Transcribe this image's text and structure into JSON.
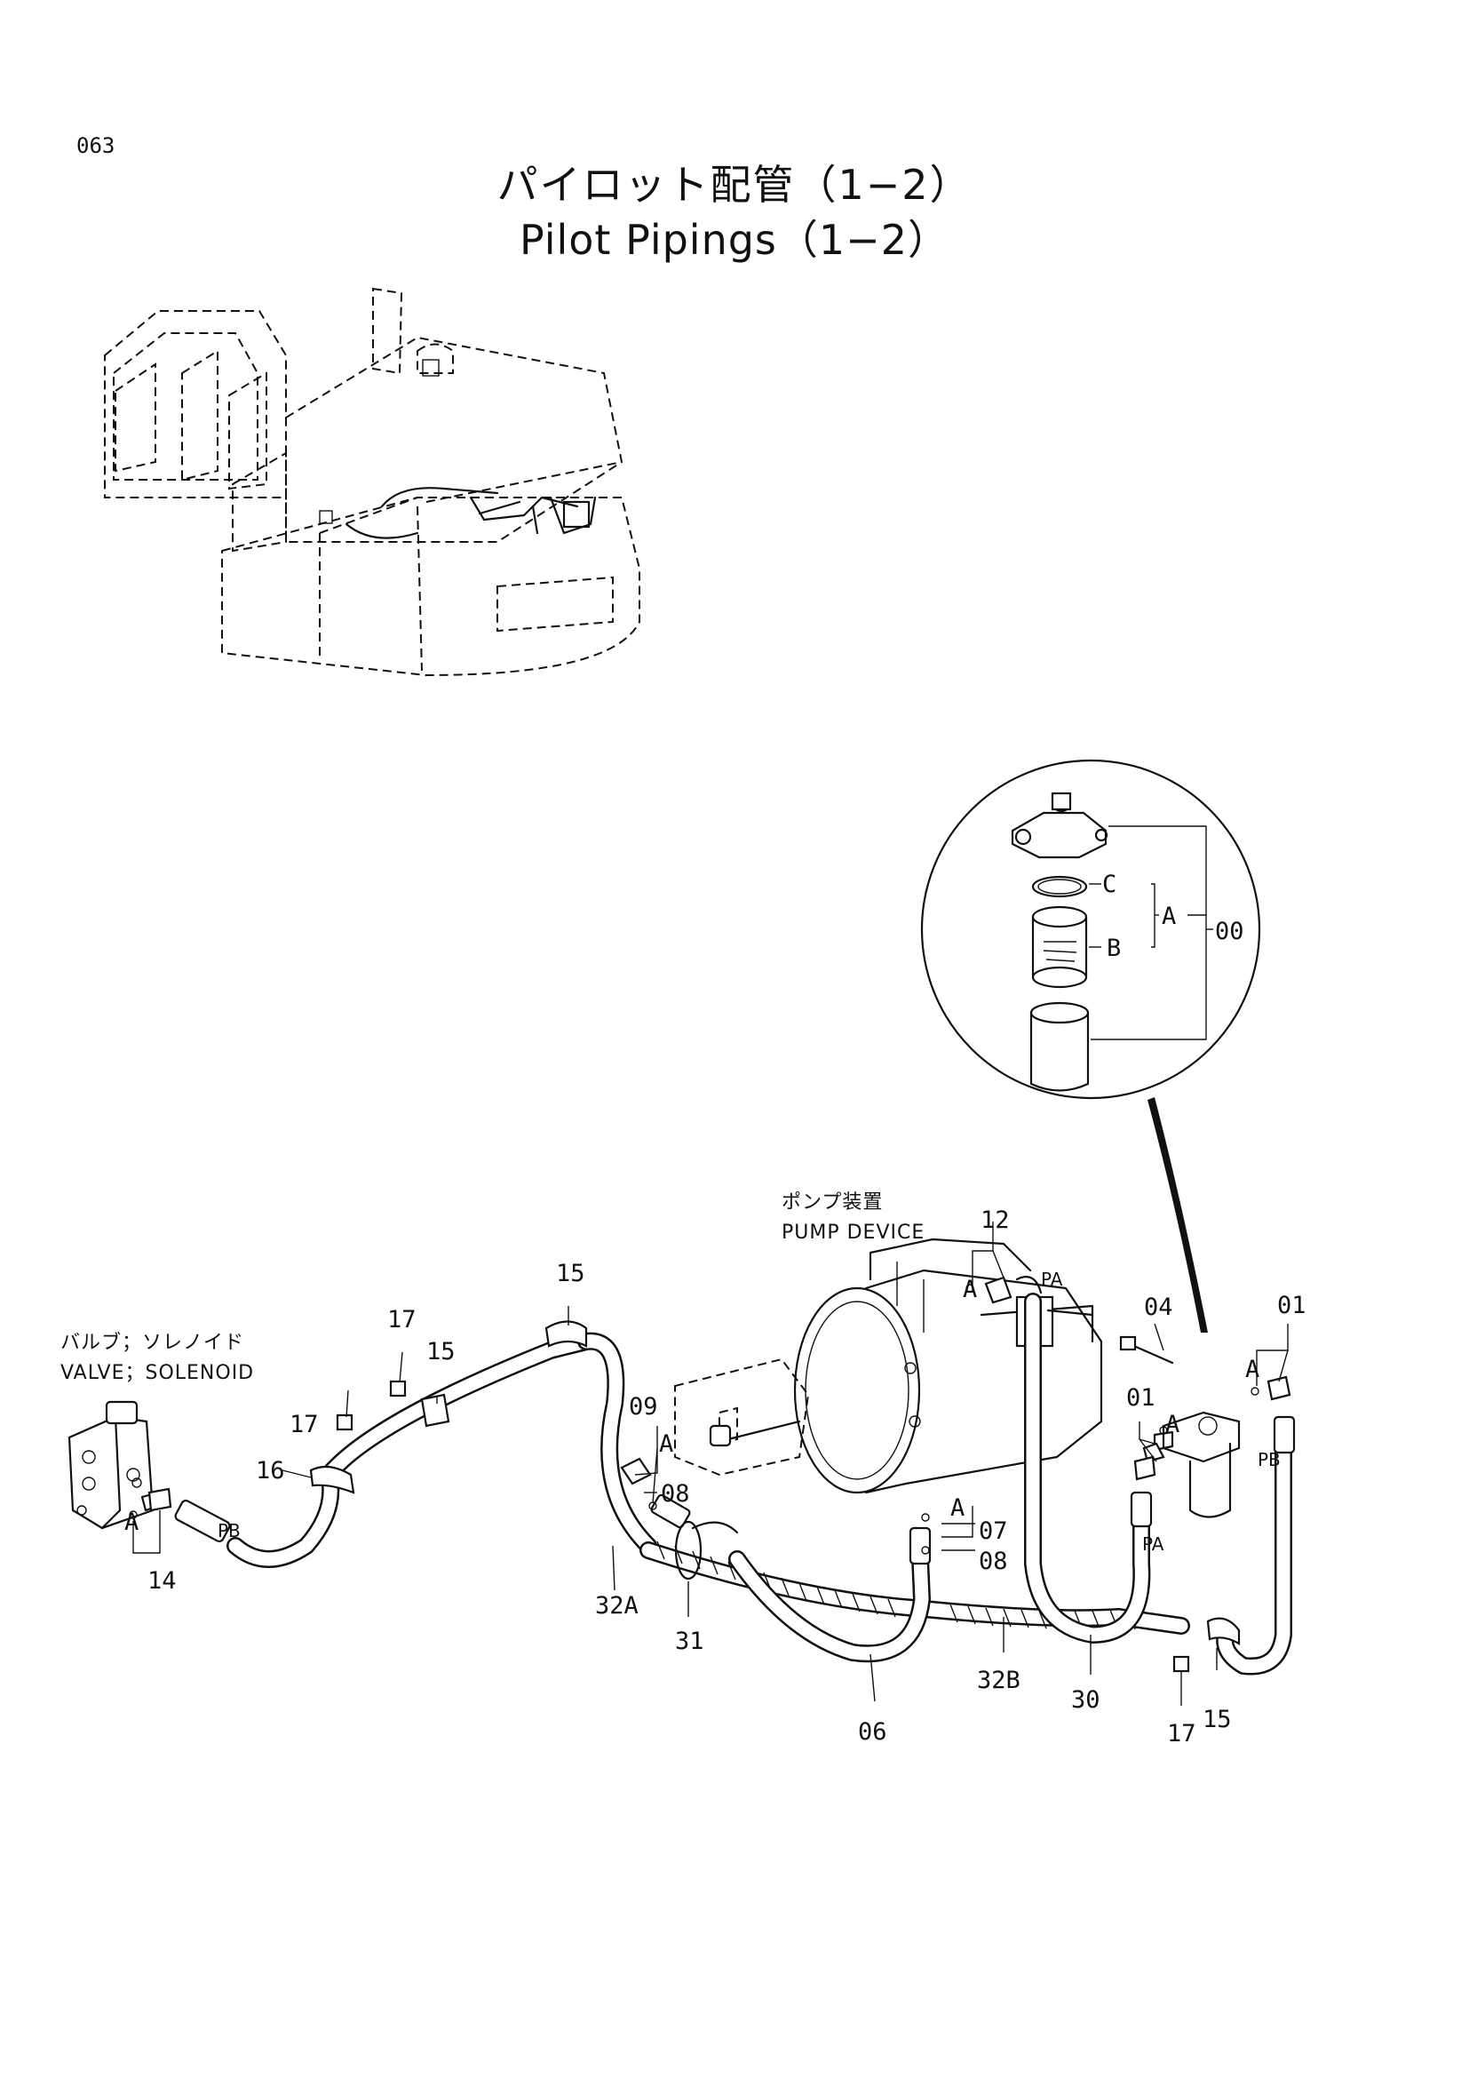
{
  "page_number": "063",
  "title_jp": "パイロット配管（1−2）",
  "title_en": "Pilot Pipings（1−2）",
  "labels": {
    "pump_jp": "ポンプ装置",
    "pump_en": "PUMP DEVICE",
    "valve_jp": "バルブ；ソレノイド",
    "valve_en": "VALVE；SOLENOID"
  },
  "callouts": {
    "c00": "00",
    "cA_detail": "A",
    "cB": "B",
    "cC": "C",
    "c12": "12",
    "c04": "04",
    "c01_top": "01",
    "c01_mid": "01",
    "c15_top": "15",
    "c15_mid": "15",
    "c15_bot": "15",
    "c17_top": "17",
    "c17_mid": "17",
    "c17_bot": "17",
    "c16": "16",
    "c14": "14",
    "c09": "09",
    "c08_a": "08",
    "c08_b": "08",
    "c07": "07",
    "c32A": "32A",
    "c32B": "32B",
    "c31": "31",
    "c06": "06",
    "c30": "30",
    "a_valve": "A",
    "a_09": "A",
    "a_12": "A",
    "a_07": "A",
    "a_01top": "A",
    "a_01mid": "A"
  },
  "ports": {
    "pa_top": "PA",
    "pb_right": "PB",
    "pa_mid": "PA",
    "pb_left": "PB"
  }
}
